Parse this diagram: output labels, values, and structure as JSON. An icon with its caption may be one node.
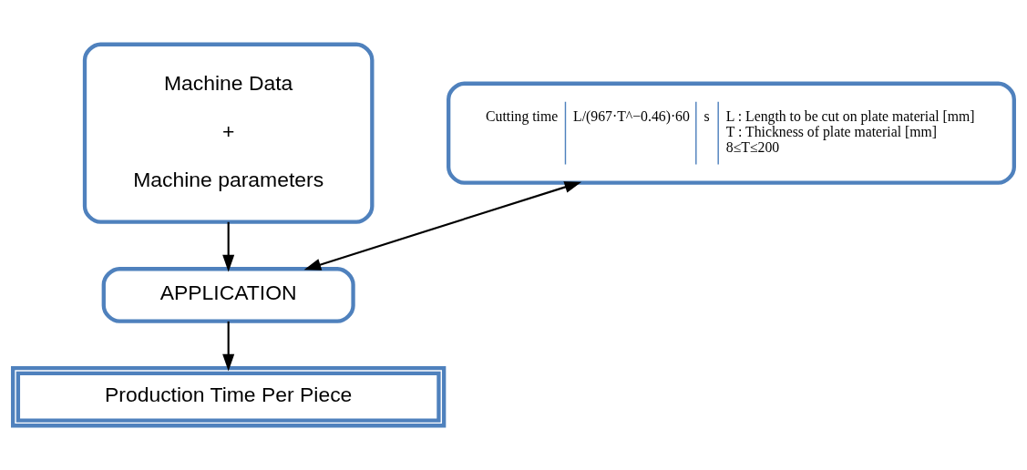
{
  "diagram": {
    "nodes": [
      {
        "text": [
          "Machine Data",
          "+",
          "Machine parameters"
        ]
      },
      {
        "text": [
          "Cutting time",
          "L/(967·T^−0.46)·60",
          "s",
          "L : Length to be cut on plate material [mm]",
          "T : Thickness of plate material [mm]",
          "8≤T≤200"
        ]
      },
      {
        "text": [
          "APPLICATION"
        ]
      },
      {
        "text": [
          "Production Time Per Piece"
        ]
      }
    ],
    "edges": [
      {
        "from": 0,
        "to": 2,
        "arrow": "to"
      },
      {
        "from": 2,
        "to": 1,
        "arrow": "both"
      },
      {
        "from": 2,
        "to": 3,
        "arrow": "to"
      }
    ]
  }
}
